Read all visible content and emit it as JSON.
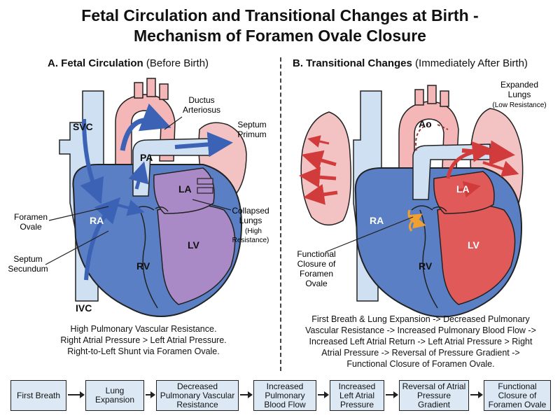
{
  "title_line1": "Fetal Circulation and Transitional Changes at Birth -",
  "title_line2": "Mechanism of Foramen Ovale Closure",
  "panel_a": {
    "heading_bold": "A. Fetal Circulation",
    "heading_rest": " (Before Birth)",
    "labels": {
      "svc": "SVC",
      "ivc": "IVC",
      "pa": "PA",
      "ra": "RA",
      "la": "LA",
      "rv": "RV",
      "lv": "LV",
      "ductus_1": "Ductus",
      "ductus_2": "Arteriosus",
      "septum_primum_1": "Septum",
      "septum_primum_2": "Primum",
      "foramen_ovale_1": "Foramen",
      "foramen_ovale_2": "Ovale",
      "septum_secundum_1": "Septum",
      "septum_secundum_2": "Secundum",
      "collapsed_1": "Collapsed",
      "collapsed_2": "Lungs",
      "collapsed_3": "(High",
      "collapsed_4": "Resistance)"
    },
    "note_lines": [
      "High Pulmonary Vascular Resistance.",
      "Right Atrial Pressure > Left Atrial Pressure.",
      "Right-to-Left Shunt via Foramen Ovale."
    ]
  },
  "panel_b": {
    "heading_bold": "B. Transitional Changes",
    "heading_rest": " (Immediately After Birth)",
    "labels": {
      "ao": "Ao",
      "ra": "RA",
      "la": "LA",
      "rv": "RV",
      "lv": "LV",
      "expanded_1": "Expanded",
      "expanded_2": "Lungs",
      "expanded_3": "(Low Resistance)",
      "functional_1": "Functional",
      "functional_2": "Closure of",
      "functional_3": "Foramen",
      "functional_4": "Ovale"
    },
    "note_lines": [
      "First Breath & Lung Expansion -> Decreased Pulmonary",
      "Vascular Resistance -> Increased Pulmonary Blood Flow ->",
      "Increased Left Atrial Return -> Left Atrial Pressure > Right",
      "Atrial Pressure -> Reversal of Pressure Gradient ->",
      "Functional Closure of Foramen Ovale."
    ]
  },
  "flow_steps": [
    "First Breath",
    "Lung Expansion",
    "Decreased Pulmonary Vascular Resistance",
    "Increased Pulmonary Blood Flow",
    "Increased Left Atrial Pressure",
    "Reversal of Atrial Pressure Gradient",
    "Functional Closure of Foramen Ovale"
  ],
  "colors": {
    "venous_blue": "#5b7fc4",
    "light_blue": "#cfe0f2",
    "arterial_red": "#e05a5a",
    "light_pink": "#f3b8b8",
    "purple": "#a98ac7",
    "flow_box": "#dce9f5",
    "accent_orange": "#f0a030"
  }
}
